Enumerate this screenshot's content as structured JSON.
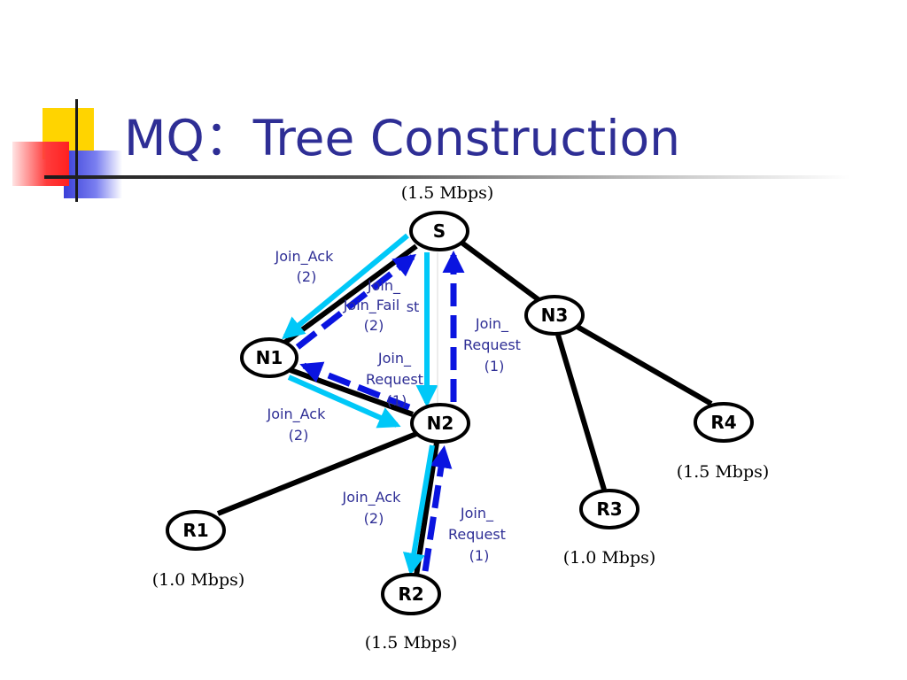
{
  "slide": {
    "title": "MQ：Tree Construction"
  },
  "colors": {
    "title": "#2e2e95",
    "tree_link": "#000000",
    "join_ack_arrow": "#00c8f8",
    "join_request_arrow": "#0a14e0",
    "message_label": "#2e2e95"
  },
  "nodes": {
    "s": "S",
    "n1": "N1",
    "n2": "N2",
    "n3": "N3",
    "r1": "R1",
    "r2": "R2",
    "r3": "R3",
    "r4": "R4"
  },
  "rates": {
    "s": "(1.5 Mbps)",
    "r1": "(1.0 Mbps)",
    "r2": "(1.5 Mbps)",
    "r3": "(1.0 Mbps)",
    "r4": "(1.5 Mbps)"
  },
  "messages": {
    "ack_s_n1": {
      "line1": "Join_Ack",
      "line2": "(2)"
    },
    "req_n1_s_hidden": {
      "line1": "Join_",
      "line2": "st"
    },
    "fail_s_n1": {
      "line1": "Join_Fail",
      "line2": "(2)"
    },
    "req_n2_s": {
      "line1": "Join_",
      "line2": "Request",
      "line3": "(1)"
    },
    "req_n2_n1": {
      "line1": "Join_",
      "line2": "Request",
      "line3": "(1)"
    },
    "ack_n1_n2": {
      "line1": "Join_Ack",
      "line2": "(2)"
    },
    "ack_n2_r2": {
      "line1": "Join_Ack",
      "line2": "(2)"
    },
    "req_r2_n2": {
      "line1": "Join_",
      "line2": "Request",
      "line3": "(1)"
    }
  }
}
